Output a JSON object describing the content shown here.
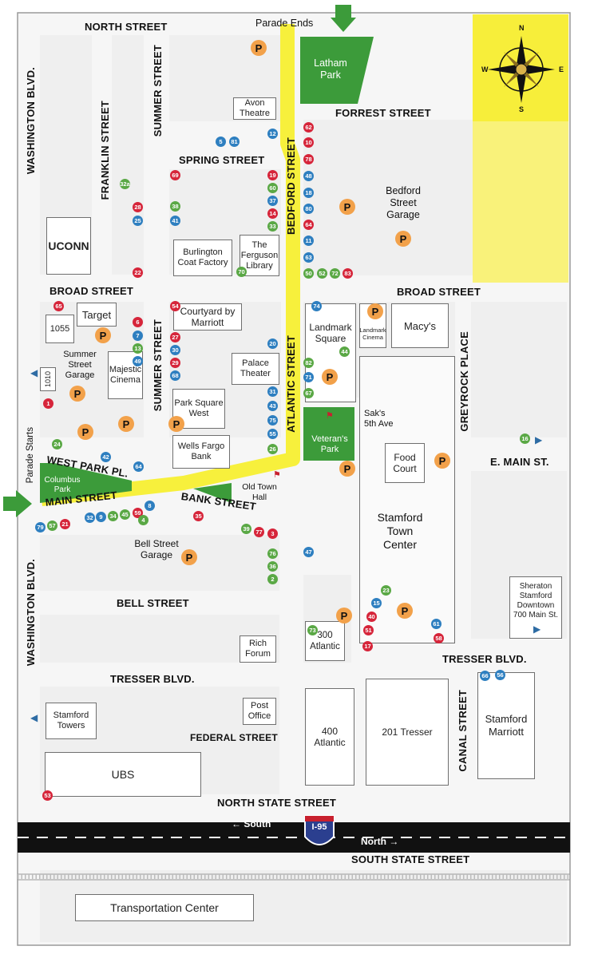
{
  "colors": {
    "parade": "#f7f03c",
    "park": "#3c9b3a",
    "parking": "#f2a14a",
    "red": "#d6253a",
    "blue": "#2e7fc0",
    "green": "#5aa845",
    "highway": "#111111"
  },
  "streets": {
    "north_street": "NORTH STREET",
    "forest_street": "FORREST STREET",
    "spring_street": "SPRING STREET",
    "broad_street_w": "BROAD STREET",
    "broad_street_e": "BROAD STREET",
    "west_park": "WEST PARK PL.",
    "main_street": "MAIN STREET",
    "bank_street": "BANK STREET",
    "bell_street": "BELL STREET",
    "tresser_w": "TRESSER BLVD.",
    "tresser_e": "TRESSER BLVD.",
    "federal_street": "FEDERAL STREET",
    "north_state": "NORTH STATE STREET",
    "south_state": "SOUTH STATE STREET",
    "e_main": "E. MAIN ST.",
    "washington_n": "WASHINGTON BLVD.",
    "washington_s": "WASHINGTON BLVD.",
    "franklin": "FRANKLIN STREET",
    "summer_n": "SUMMER STREET",
    "summer_s": "SUMMER STREET",
    "bedford": "BEDFORD STREET",
    "atlantic": "ATLANTIC STREET",
    "greyrock": "GREYROCK PLACE",
    "canal": "CANAL STREET"
  },
  "parade": {
    "ends": "Parade Ends",
    "starts": "Parade Starts"
  },
  "highway": {
    "shield": "I-95",
    "south": "← South",
    "north": "North →"
  },
  "compass": {
    "n": "N",
    "s": "S",
    "e": "E",
    "w": "W"
  },
  "buildings": {
    "avon": "Avon Theatre",
    "uconn": "UCONN",
    "burlington": "Burlington Coat Factory",
    "ferguson": "The Ferguson Library",
    "latham": "Latham Park",
    "bedford_garage": "Bedford Street Garage",
    "target": "Target",
    "b1055": "1055",
    "courtyard": "Courtyard by Marriott",
    "landmark_sq": "Landmark Square",
    "landmark_cinema": "Landmark Cinema",
    "macys": "Macy's",
    "summer_garage": "Summer Street Garage",
    "b1010": "1010",
    "majestic": "Majestic Cinema",
    "palace": "Palace Theater",
    "park_sq": "Park Square West",
    "sakes": "Sak's 5th Ave",
    "veterans": "Veteran's Park",
    "food_court": "Food Court",
    "wells": "Wells Fargo Bank",
    "columbus": "Columbus Park",
    "old_town": "Old Town Hall",
    "stamford_tc": "Stamford Town Center",
    "bell_garage": "Bell Street Garage",
    "sheraton": "Sheraton Stamford Downtown 700 Main St.",
    "rich_forum": "Rich Forum",
    "atlantic300": "300 Atlantic",
    "stamford_towers": "Stamford Towers",
    "post_office": "Post Office",
    "atlantic400": "400 Atlantic",
    "tresser201": "201 Tresser",
    "marriott": "Stamford Marriott",
    "ubs": "UBS",
    "transport": "Transportation Center"
  },
  "parking_label": "P",
  "markers": [
    {
      "n": "12",
      "c": "blue"
    },
    {
      "n": "5",
      "c": "blue"
    },
    {
      "n": "81",
      "c": "blue"
    },
    {
      "n": "69",
      "c": "red"
    },
    {
      "n": "19",
      "c": "red"
    },
    {
      "n": "60",
      "c": "green"
    },
    {
      "n": "37",
      "c": "blue"
    },
    {
      "n": "14",
      "c": "red"
    },
    {
      "n": "33",
      "c": "green"
    },
    {
      "n": "62",
      "c": "red"
    },
    {
      "n": "10",
      "c": "red"
    },
    {
      "n": "78",
      "c": "red"
    },
    {
      "n": "48",
      "c": "blue"
    },
    {
      "n": "18",
      "c": "blue"
    },
    {
      "n": "80",
      "c": "blue"
    },
    {
      "n": "64",
      "c": "red"
    },
    {
      "n": "11",
      "c": "blue"
    },
    {
      "n": "63",
      "c": "blue"
    },
    {
      "n": "50",
      "c": "green"
    },
    {
      "n": "52",
      "c": "green"
    },
    {
      "n": "72",
      "c": "green"
    },
    {
      "n": "83",
      "c": "red"
    },
    {
      "n": "32a",
      "c": "green"
    },
    {
      "n": "28",
      "c": "red"
    },
    {
      "n": "25",
      "c": "blue"
    },
    {
      "n": "38",
      "c": "green"
    },
    {
      "n": "41",
      "c": "blue"
    },
    {
      "n": "22",
      "c": "red"
    },
    {
      "n": "70",
      "c": "green"
    },
    {
      "n": "65",
      "c": "red"
    },
    {
      "n": "6",
      "c": "red"
    },
    {
      "n": "7",
      "c": "blue"
    },
    {
      "n": "13",
      "c": "green"
    },
    {
      "n": "49",
      "c": "blue"
    },
    {
      "n": "54",
      "c": "red"
    },
    {
      "n": "27",
      "c": "red"
    },
    {
      "n": "30",
      "c": "blue"
    },
    {
      "n": "29",
      "c": "red"
    },
    {
      "n": "68",
      "c": "blue"
    },
    {
      "n": "74",
      "c": "blue"
    },
    {
      "n": "44",
      "c": "green"
    },
    {
      "n": "20",
      "c": "blue"
    },
    {
      "n": "82",
      "c": "green"
    },
    {
      "n": "71",
      "c": "blue"
    },
    {
      "n": "67",
      "c": "green"
    },
    {
      "n": "31",
      "c": "blue"
    },
    {
      "n": "43",
      "c": "blue"
    },
    {
      "n": "75",
      "c": "blue"
    },
    {
      "n": "55",
      "c": "blue"
    },
    {
      "n": "26",
      "c": "green"
    },
    {
      "n": "1",
      "c": "red"
    },
    {
      "n": "24",
      "c": "green"
    },
    {
      "n": "42",
      "c": "blue"
    },
    {
      "n": "64",
      "c": "blue"
    },
    {
      "n": "16",
      "c": "green"
    },
    {
      "n": "79",
      "c": "blue"
    },
    {
      "n": "57",
      "c": "green"
    },
    {
      "n": "21",
      "c": "red"
    },
    {
      "n": "32",
      "c": "blue"
    },
    {
      "n": "9",
      "c": "blue"
    },
    {
      "n": "34",
      "c": "green"
    },
    {
      "n": "45",
      "c": "green"
    },
    {
      "n": "59",
      "c": "red"
    },
    {
      "n": "8",
      "c": "blue"
    },
    {
      "n": "4",
      "c": "green"
    },
    {
      "n": "35",
      "c": "red"
    },
    {
      "n": "39",
      "c": "green"
    },
    {
      "n": "77",
      "c": "red"
    },
    {
      "n": "3",
      "c": "red"
    },
    {
      "n": "76",
      "c": "green"
    },
    {
      "n": "36",
      "c": "green"
    },
    {
      "n": "2",
      "c": "green"
    },
    {
      "n": "47",
      "c": "blue"
    },
    {
      "n": "23",
      "c": "green"
    },
    {
      "n": "15",
      "c": "blue"
    },
    {
      "n": "40",
      "c": "red"
    },
    {
      "n": "51",
      "c": "red"
    },
    {
      "n": "17",
      "c": "red"
    },
    {
      "n": "61",
      "c": "blue"
    },
    {
      "n": "58",
      "c": "red"
    },
    {
      "n": "73",
      "c": "green"
    },
    {
      "n": "66",
      "c": "blue"
    },
    {
      "n": "56",
      "c": "blue"
    },
    {
      "n": "53",
      "c": "red"
    }
  ]
}
